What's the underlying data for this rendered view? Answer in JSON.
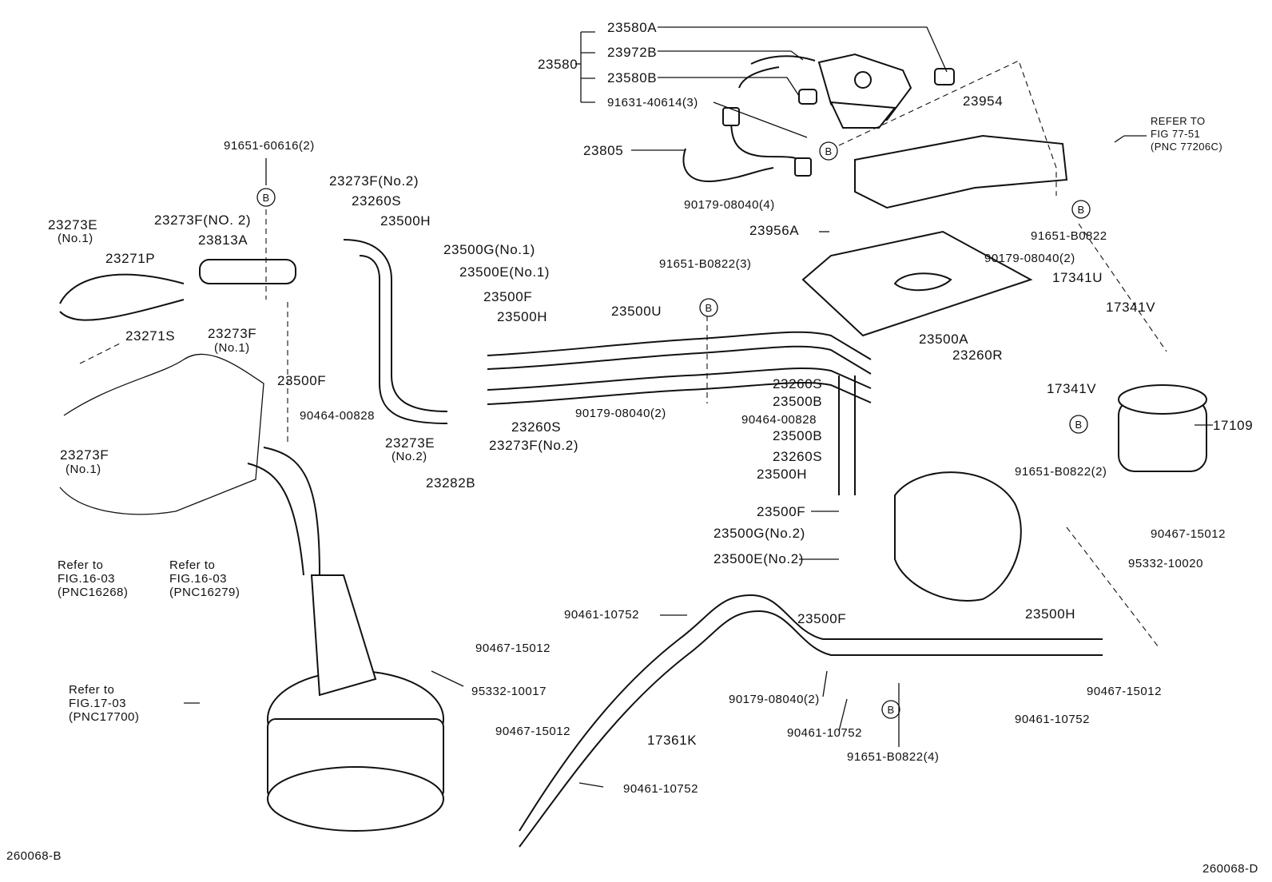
{
  "callouts": [
    "23580A",
    "23972B",
    "23580",
    "23580B",
    "91631-40614(3)",
    "23954",
    "23805",
    "91651-60616(2)",
    "23273F(No.2)",
    "23260S",
    "23500H",
    "23273E",
    "(No.1)",
    "23273F(NO. 2)",
    "23813A",
    "23271P",
    "23273F",
    "(No.1)",
    "23271S",
    "23500G(No.1)",
    "23500E(No.1)",
    "23500F",
    "23500H",
    "23500U",
    "91651-B0822(3)",
    "90179-08040(4)",
    "23956A",
    "91651-B0822",
    "90179-08040(2)",
    "17341U",
    "17341V",
    "23500A",
    "23260R",
    "23500F",
    "90464-00828",
    "23273E",
    "(No.2)",
    "23260S",
    "23273F(No.2)",
    "23282B",
    "90179-08040(2)",
    "23260S",
    "23500B",
    "90464-00828",
    "17341V",
    "17109",
    "23500B",
    "23260S",
    "91651-B0822(2)",
    "23500H",
    "23500F",
    "90467-15012",
    "23500G(No.2)",
    "95332-10020",
    "23500E(No.2)",
    "23273F",
    "(No.1)",
    "90461-10752",
    "23500F",
    "23500H",
    "90467-15012",
    "95332-10017",
    "90467-15012",
    "17361K",
    "90179-08040(2)",
    "90461-10752",
    "91651-B0822(4)",
    "90461-10752",
    "90467-15012",
    "90461-10752"
  ],
  "references": {
    "fig_77_51": [
      "REFER TO",
      "FIG 77-51",
      "(PNC 77206C)"
    ],
    "fig_16_03_a": [
      "Refer to",
      "FIG.16-03",
      "(PNC16268)"
    ],
    "fig_16_03_b": [
      "Refer to",
      "FIG.16-03",
      "(PNC16279)"
    ],
    "fig_17_03": [
      "Refer to",
      "FIG.17-03",
      "(PNC17700)"
    ]
  },
  "marker_letter": "B",
  "footer": {
    "left_code": "260068-B",
    "right_code": "260068-D"
  }
}
